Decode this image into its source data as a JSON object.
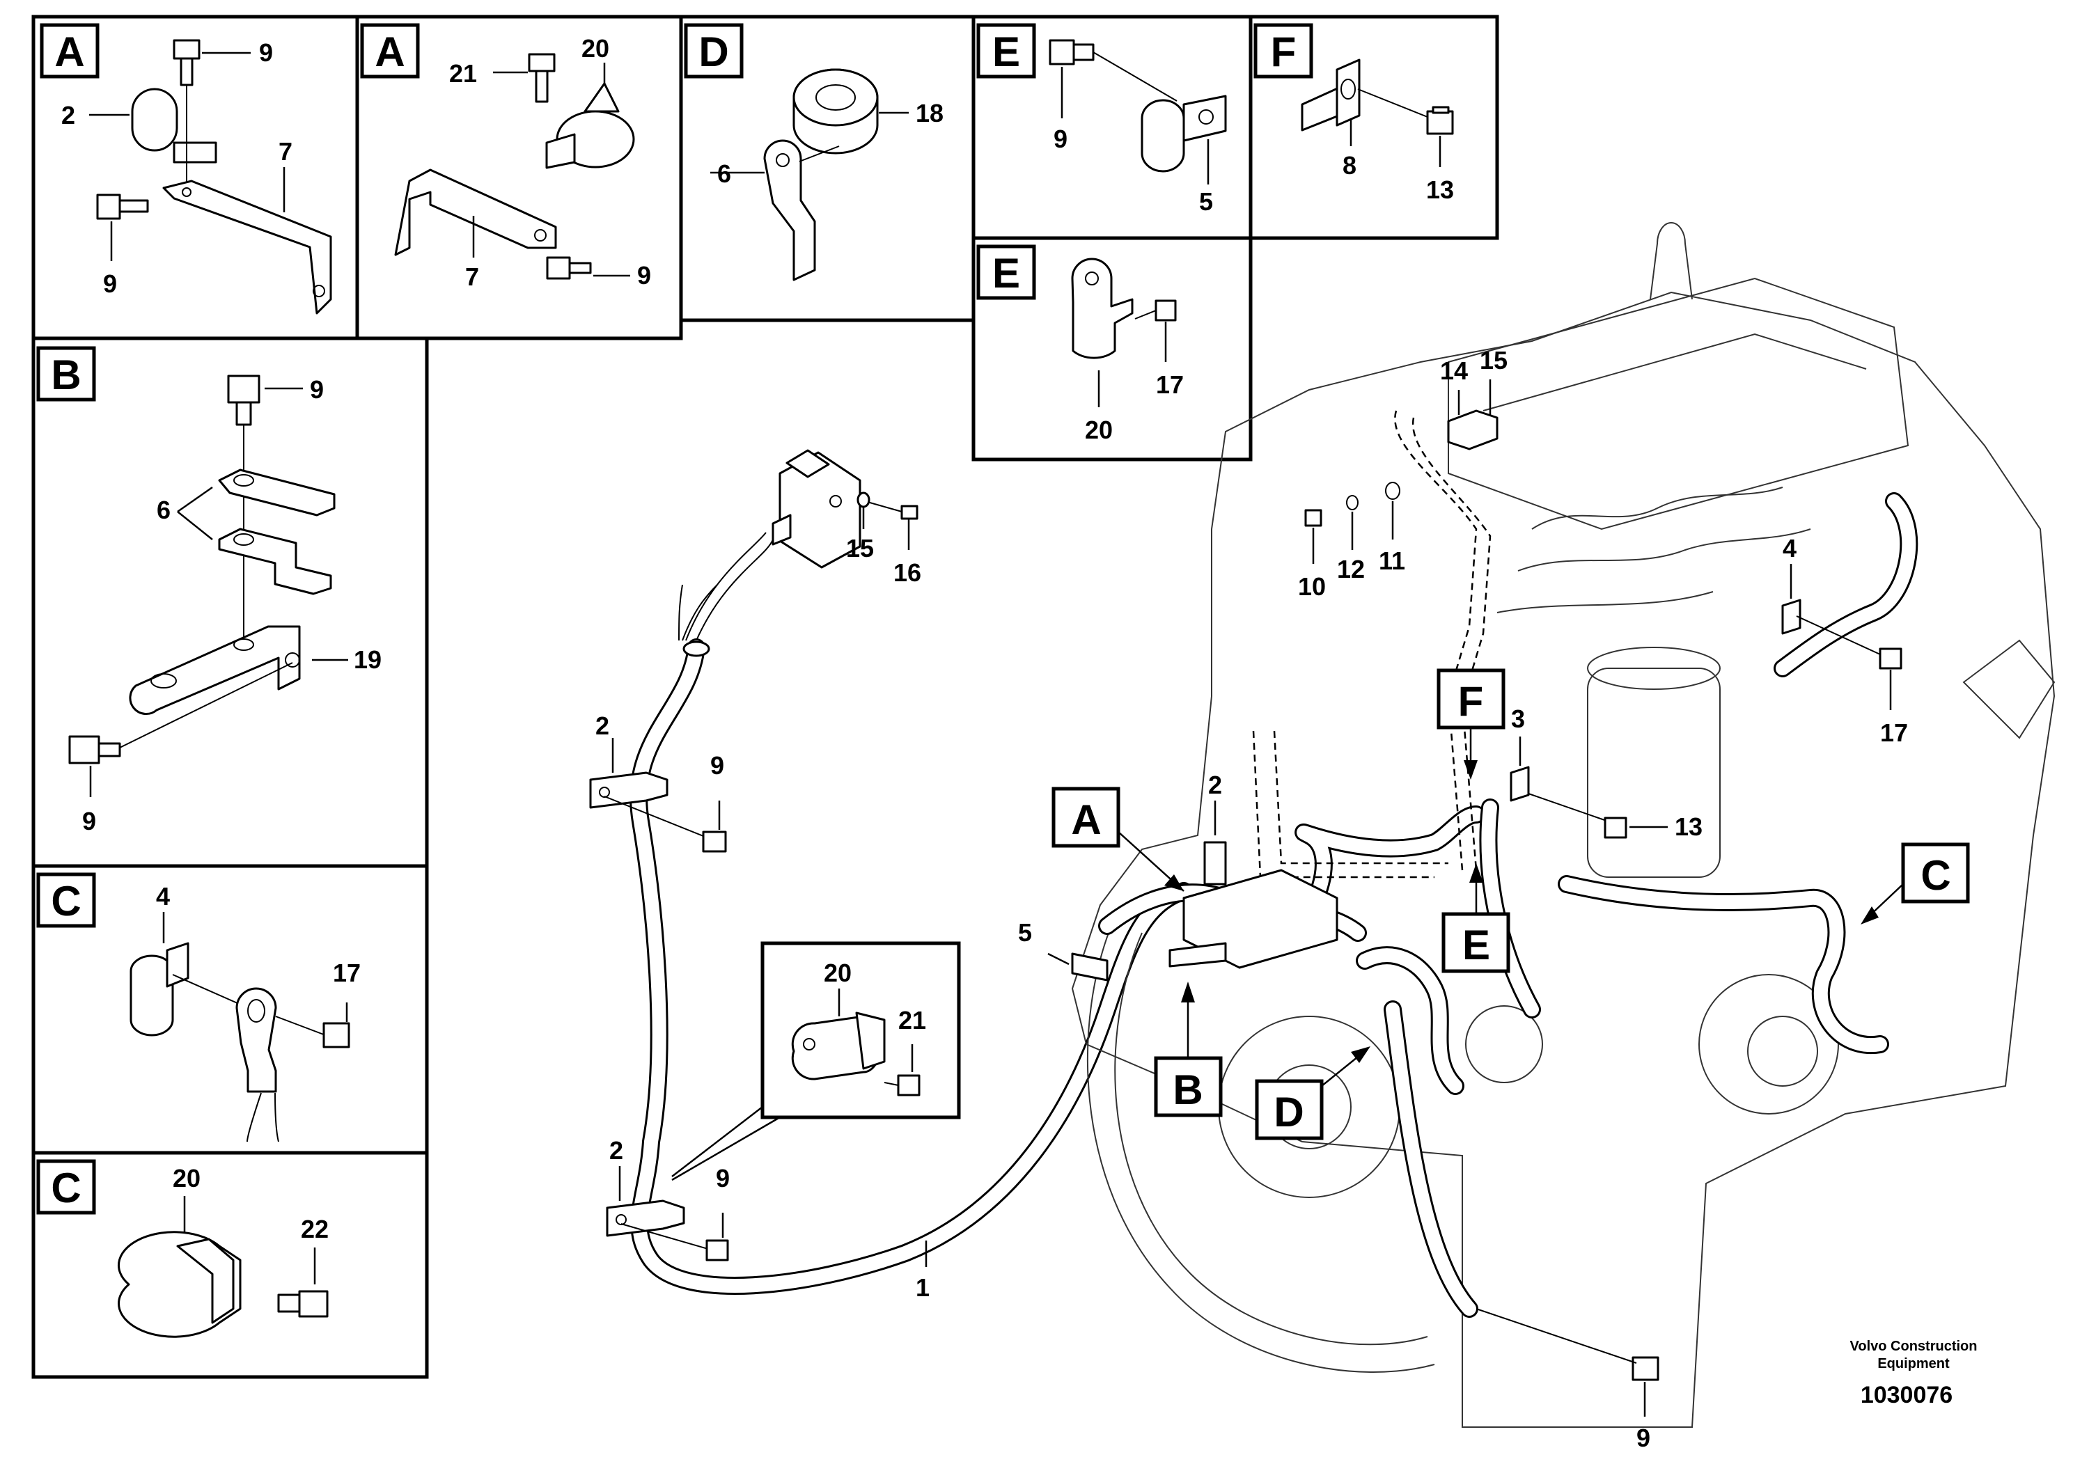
{
  "detail_boxes": {
    "A1": {
      "letter": "A",
      "nums": [
        "9",
        "2",
        "7",
        "9"
      ]
    },
    "A2": {
      "letter": "A",
      "nums": [
        "21",
        "20",
        "7",
        "9"
      ]
    },
    "D": {
      "letter": "D",
      "nums": [
        "18",
        "6"
      ]
    },
    "E1": {
      "letter": "E",
      "nums": [
        "9",
        "5"
      ]
    },
    "F": {
      "letter": "F",
      "nums": [
        "8",
        "13"
      ]
    },
    "E2": {
      "letter": "E",
      "nums": [
        "17",
        "20"
      ]
    },
    "B": {
      "letter": "B",
      "nums": [
        "9",
        "6",
        "19",
        "9"
      ]
    },
    "C1": {
      "letter": "C",
      "nums": [
        "4",
        "17"
      ]
    },
    "C2": {
      "letter": "C",
      "nums": [
        "20",
        "22"
      ]
    },
    "inset": {
      "nums": [
        "20",
        "21"
      ]
    }
  },
  "harness_labels": [
    "15",
    "16",
    "2",
    "9",
    "2",
    "9",
    "1"
  ],
  "engine_labels": [
    "14",
    "15",
    "10",
    "12",
    "11",
    "4",
    "17",
    "3",
    "13",
    "2",
    "5",
    "9"
  ],
  "callouts": [
    "A",
    "B",
    "C",
    "D",
    "E",
    "F"
  ],
  "credit": {
    "line1": "Volvo Construction",
    "line2": "Equipment"
  },
  "doc_number": "1030076"
}
